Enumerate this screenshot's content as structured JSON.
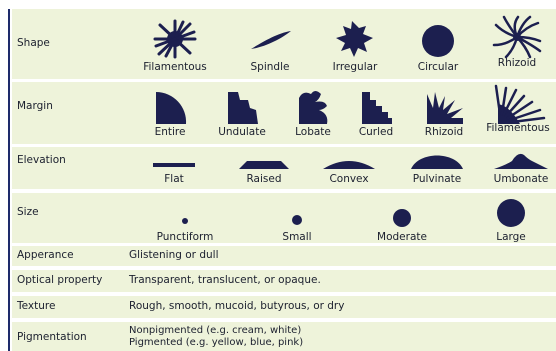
{
  "colors": {
    "ink": "#1c1f4f",
    "row_bg": "#eef3da",
    "rule": "#1e2b6b"
  },
  "rows": {
    "shape": {
      "label": "Shape",
      "items": [
        "Filamentous",
        "Spindle",
        "Irregular",
        "Circular",
        "Rhizoid"
      ]
    },
    "margin": {
      "label": "Margin",
      "items": [
        "Entire",
        "Undulate",
        "Lobate",
        "Curled",
        "Rhizoid",
        "Filamentous"
      ]
    },
    "elevation": {
      "label": "Elevation",
      "items": [
        "Flat",
        "Raised",
        "Convex",
        "Pulvinate",
        "Umbonate"
      ]
    },
    "size": {
      "label": "Size",
      "items": [
        "Punctiform",
        "Small",
        "Moderate",
        "Large"
      ]
    },
    "appearance": {
      "label": "Apperance",
      "text": "Glistening or dull"
    },
    "optical": {
      "label": "Optical property",
      "text": "Transparent, translucent, or opaque."
    },
    "texture": {
      "label": "Texture",
      "text": "Rough, smooth, mucoid, butyrous, or dry"
    },
    "pigmentation": {
      "label": "Pigmentation",
      "lines": [
        "Nonpigmented (e.g. cream, white)",
        "Pigmented (e.g. yellow, blue, pink)"
      ]
    }
  }
}
